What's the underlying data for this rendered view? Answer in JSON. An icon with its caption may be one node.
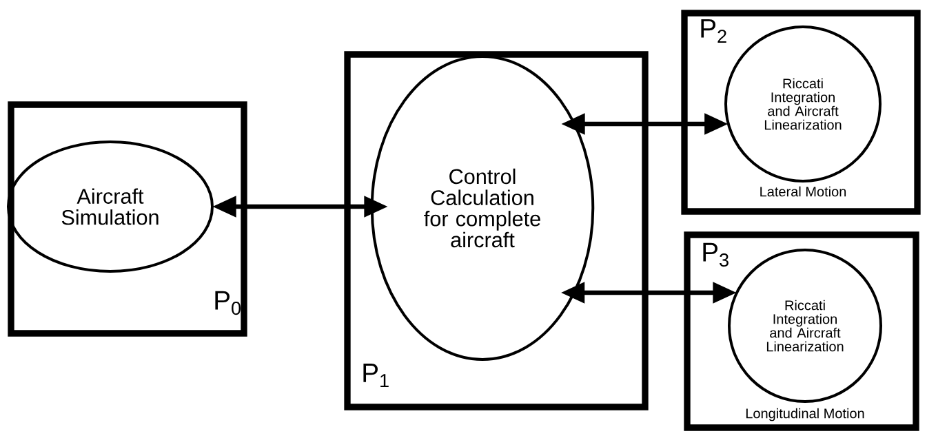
{
  "diagram": {
    "nodes": [
      {
        "text": [
          "P$_{0}$"
        ]
      },
      {
        "text": [
          "Aircraft Simulation"
        ],
        "in": 0
      },
      {
        "text": [
          "P$_{1}$"
        ]
      },
      {
        "text": [
          "Control Calculation for complete aircraft"
        ],
        "in": 2
      },
      {
        "text": [
          "P$_{2}$",
          "Lateral Motion"
        ]
      },
      {
        "text": [
          "Riccati Integration and Aircraft Linearization"
        ],
        "in": 4
      },
      {
        "text": [
          "P$_{3}$",
          "Longitudinal Motion"
        ]
      },
      {
        "text": [
          "Riccati Integration and Aircraft Linearization"
        ],
        "in": 6
      }
    ],
    "edges": [
      {
        "from": 1,
        "to": 3,
        "arrow": "both"
      },
      {
        "from": 3,
        "to": 5,
        "arrow": "both"
      },
      {
        "from": 3,
        "to": 7,
        "arrow": "both"
      }
    ]
  }
}
